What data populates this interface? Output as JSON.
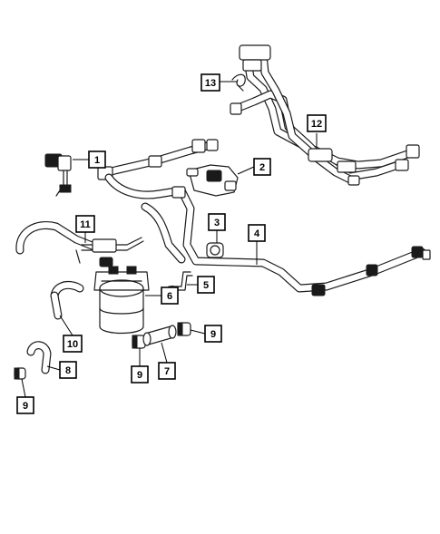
{
  "diagram": {
    "callouts": [
      {
        "id": "c13",
        "label": "13",
        "part": "clip"
      },
      {
        "id": "c12",
        "label": "12",
        "part": "fuel-line-bundle-upper"
      },
      {
        "id": "c1",
        "label": "1",
        "part": "fuel-pressure-sensor"
      },
      {
        "id": "c2",
        "label": "2",
        "part": "bracket-valve-assembly"
      },
      {
        "id": "c3",
        "label": "3",
        "part": "grommet"
      },
      {
        "id": "c4",
        "label": "4",
        "part": "fuel-supply-line"
      },
      {
        "id": "c11",
        "label": "11",
        "part": "return-hose-assembly"
      },
      {
        "id": "c5",
        "label": "5",
        "part": "mounting-bracket"
      },
      {
        "id": "c6",
        "label": "6",
        "part": "fuel-filter"
      },
      {
        "id": "c9a",
        "label": "9",
        "part": "hose-clamp-right"
      },
      {
        "id": "c10",
        "label": "10",
        "part": "filter-hose"
      },
      {
        "id": "c9b",
        "label": "9",
        "part": "hose-clamp-center"
      },
      {
        "id": "c7",
        "label": "7",
        "part": "connector-hose"
      },
      {
        "id": "c8",
        "label": "8",
        "part": "elbow-hose"
      },
      {
        "id": "c9c",
        "label": "9",
        "part": "hose-clamp-left"
      }
    ]
  }
}
